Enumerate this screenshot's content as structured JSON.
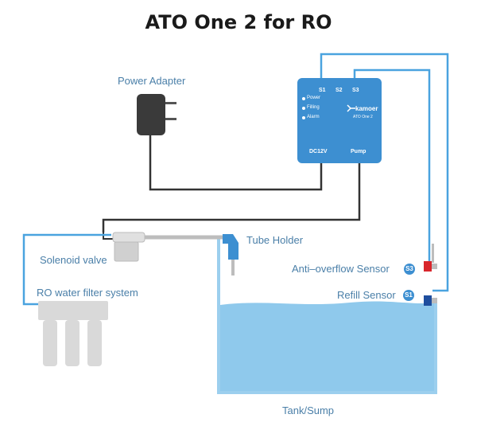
{
  "title": "ATO One 2 for RO",
  "labels": {
    "power_adapter": "Power Adapter",
    "tube_holder": "Tube Holder",
    "solenoid_valve": "Solenoid valve",
    "ro_filter": "RO water filter system",
    "anti_overflow": "Anti–overflow Sensor",
    "refill": "Refill Sensor",
    "tank": "Tank/Sump"
  },
  "badges": {
    "anti_overflow": "S3",
    "refill": "S1"
  },
  "controller": {
    "ports_top": [
      "S1",
      "S2",
      "S3"
    ],
    "leds": [
      "Power",
      "Filling",
      "Alarm"
    ],
    "brand": "kamoer",
    "model": "ATO One 2",
    "port_dc": "DC12V",
    "port_pump": "Pump"
  },
  "colors": {
    "cable_dark": "#333333",
    "cable_blue": "#4aa3df",
    "controller": "#3d8fd1",
    "water": "#8fc9ec",
    "tank_wall": "#9ccfee",
    "filter": "#d9d9d9",
    "sensor_red": "#d8262c",
    "sensor_blue": "#1f4e9e"
  }
}
